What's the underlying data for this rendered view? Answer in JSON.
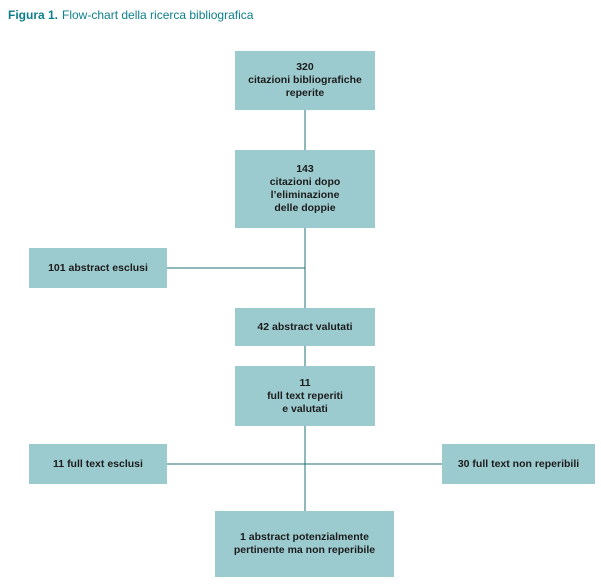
{
  "figure": {
    "label": "Figura 1.",
    "title": "Flow-chart della ricerca bibliografica"
  },
  "boxes": {
    "b320": "320\ncitazioni bibliografiche\nreperite",
    "b143": "143\ncitazioni dopo\nl’eliminazione\ndelle doppie",
    "b101": "101 abstract esclusi",
    "b42": "42 abstract valutati",
    "b11": "11\nfull text reperiti\ne valutati",
    "b11esclusi": "11 full text esclusi",
    "b30": "30 full text non reperibili",
    "b1": "1 abstract potenzialmente\npertinente ma non reperibile"
  },
  "colors": {
    "box_fill": "#9ccbcf",
    "caption": "#0d7f8c",
    "line": "#1f6f7a"
  }
}
